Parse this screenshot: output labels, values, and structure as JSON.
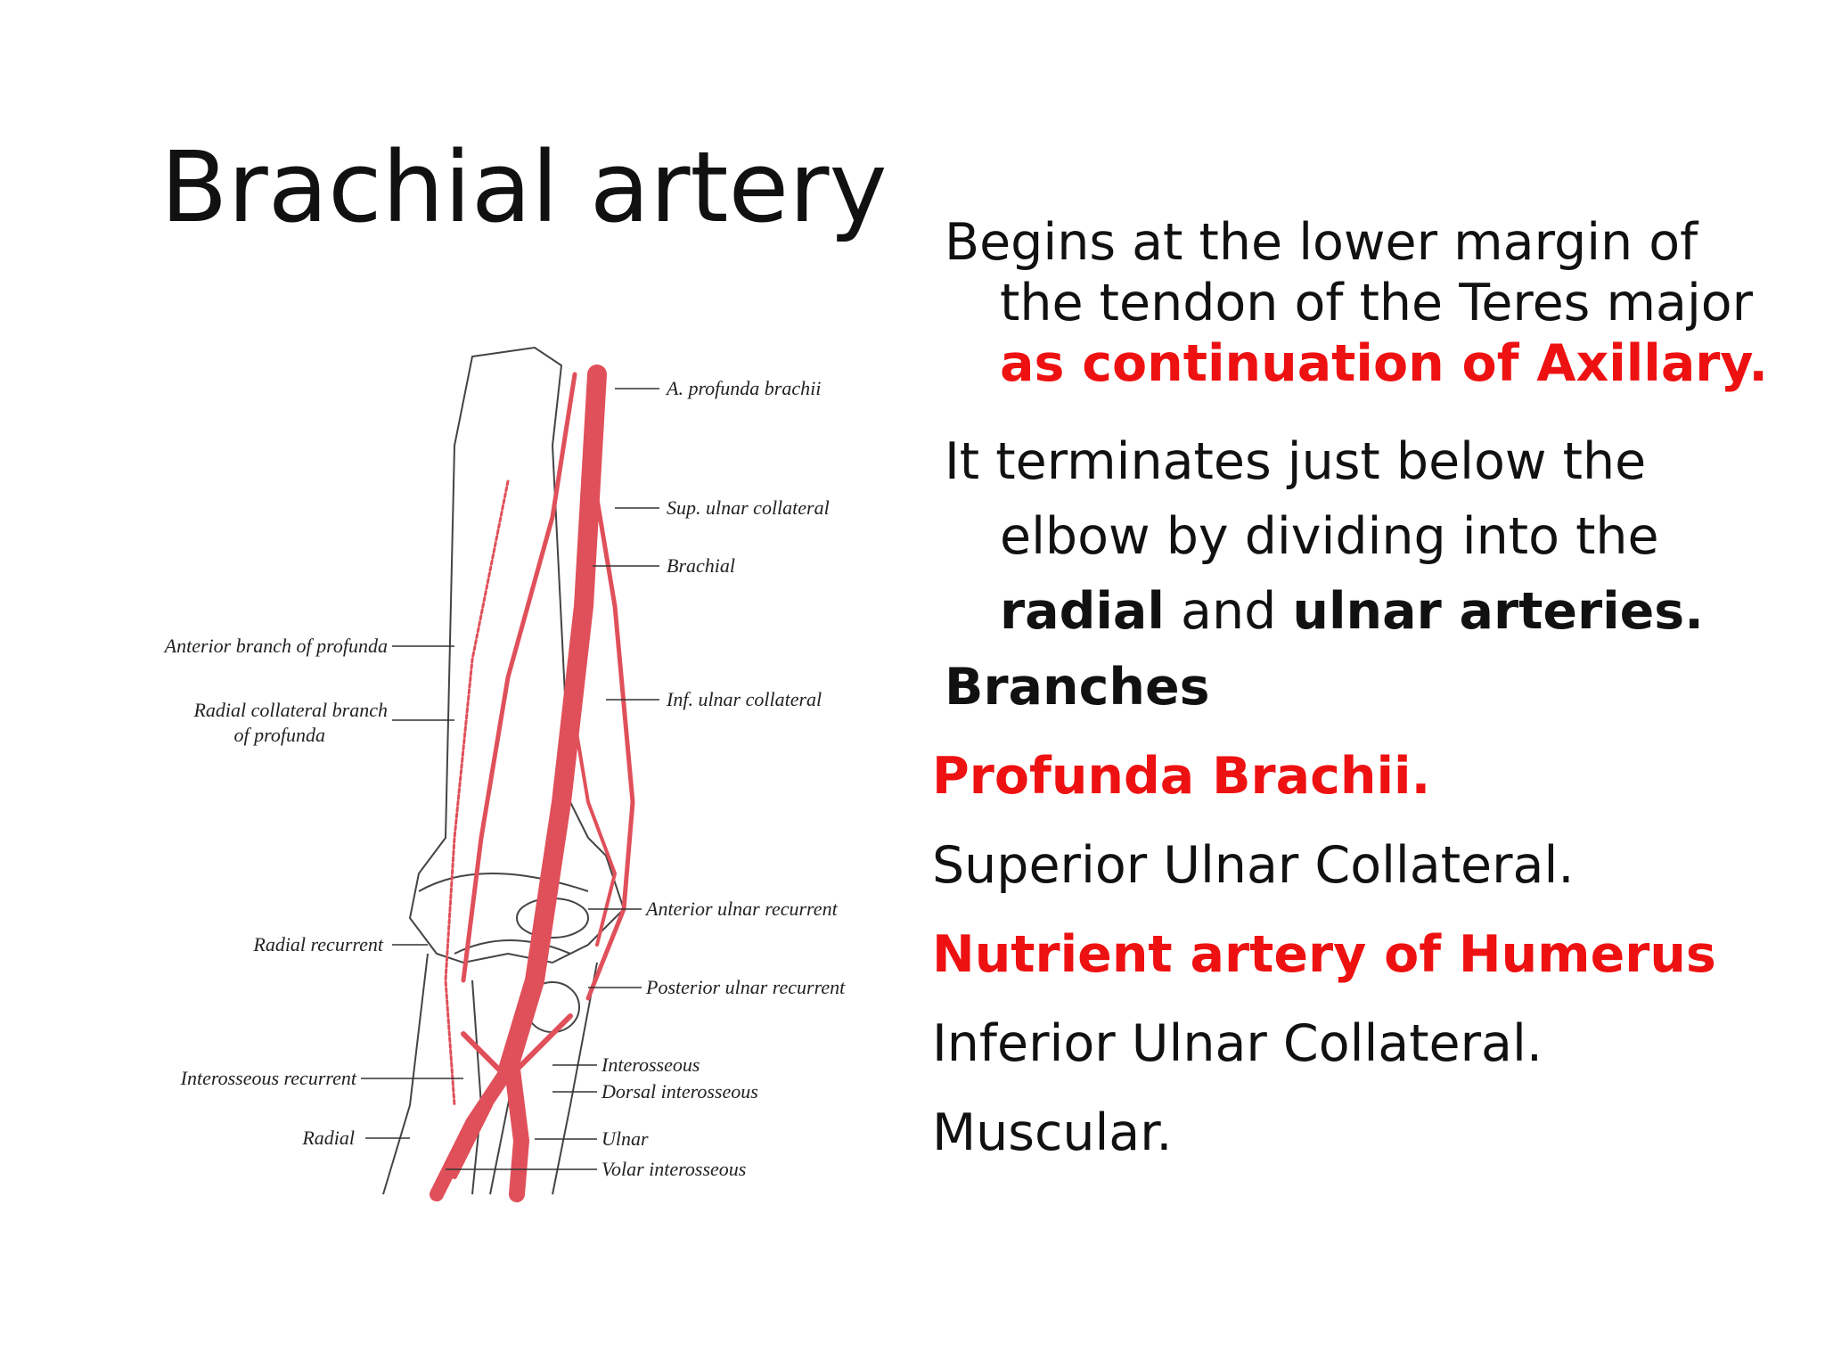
{
  "slide": {
    "title": "Brachial artery",
    "para1": {
      "line1": "Begins at the lower margin of",
      "line2": "the tendon of the Teres major",
      "line3_red": "as continuation of Axillary."
    },
    "para2": {
      "line1": "It terminates just below the",
      "line2": "elbow by dividing into the",
      "radial": "radial",
      "and": " and ",
      "ulnar": "ulnar arteries."
    },
    "branches_heading": "Branches",
    "branches": [
      "Profunda Brachii.",
      "Superior Ulnar Collateral.",
      "Nutrient artery of Humerus",
      "Inferior Ulnar Collateral.",
      "Muscular."
    ]
  },
  "figure": {
    "labels": {
      "profunda_brachii": "A. profunda brachii",
      "sup_ulnar": "Sup. ulnar collateral",
      "brachial": "Brachial",
      "ant_branch": "Anterior branch of profunda",
      "radial_coll_1": "Radial collateral branch",
      "radial_coll_2": "of profunda",
      "inf_ulnar": "Inf. ulnar collateral",
      "ant_ulnar_rec": "Anterior ulnar recurrent",
      "radial_recurrent": "Radial recurrent",
      "post_ulnar_rec": "Posterior ulnar recurrent",
      "interosseous": "Interosseous",
      "dorsal_interosseous": "Dorsal interosseous",
      "interosseous_recurrent": "Interosseous recurrent",
      "radial": "Radial",
      "ulnar": "Ulnar",
      "volar_interosseous": "Volar interosseous"
    },
    "artery_color": "#e0505a"
  }
}
